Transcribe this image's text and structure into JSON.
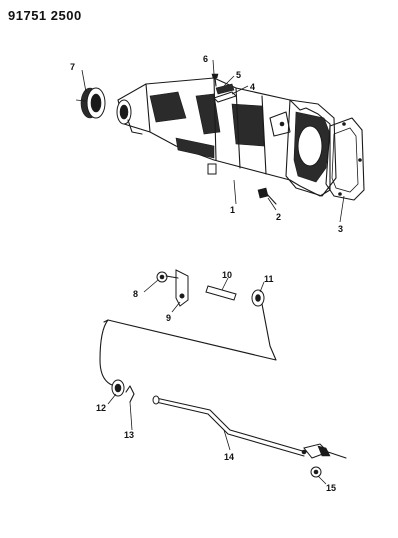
{
  "diagram": {
    "code": "91751 2500",
    "callouts": [
      "1",
      "2",
      "3",
      "4",
      "5",
      "6",
      "7",
      "8",
      "9",
      "10",
      "11",
      "12",
      "13",
      "14",
      "15"
    ]
  }
}
